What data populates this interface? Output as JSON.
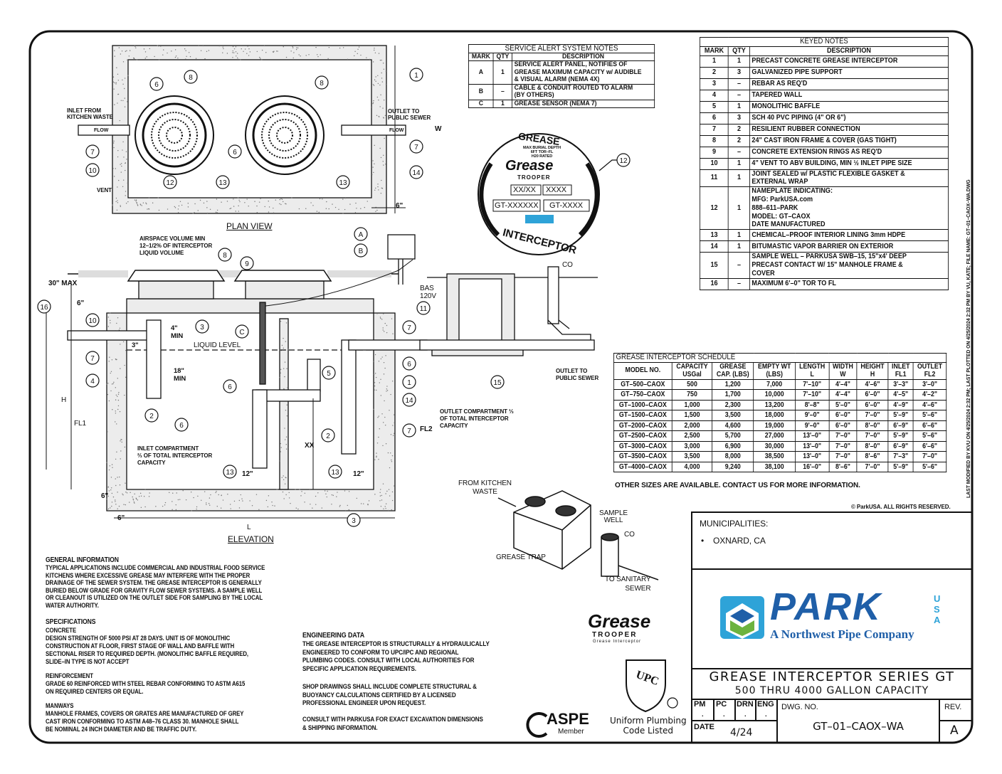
{
  "service_alert": {
    "title": "SERVICE ALERT SYSTEM NOTES",
    "headers": [
      "MARK",
      "QTY",
      "DESCRIPTION"
    ],
    "rows": [
      {
        "mark": "A",
        "qty": "1",
        "desc": "SERVICE ALERT PANEL, NOTIFIES OF\nGREASE MAXIMUM CAPACITY w/ AUDIBLE\n& VISUAL ALARM (NEMA 4X)"
      },
      {
        "mark": "B",
        "qty": "–",
        "desc": "CABLE & CONDUIT ROUTED TO ALARM\n(BY OTHERS)"
      },
      {
        "mark": "C",
        "qty": "1",
        "desc": "GREASE SENSOR (NEMA 7)"
      }
    ]
  },
  "keyed_notes": {
    "title": "KEYED NOTES",
    "headers": [
      "MARK",
      "QTY",
      "DESCRIPTION"
    ],
    "rows": [
      {
        "mark": "1",
        "qty": "1",
        "desc": "PRECAST CONCRETE GREASE INTERCEPTOR"
      },
      {
        "mark": "2",
        "qty": "3",
        "desc": "GALVANIZED PIPE SUPPORT"
      },
      {
        "mark": "3",
        "qty": "–",
        "desc": "REBAR AS REQ'D"
      },
      {
        "mark": "4",
        "qty": "–",
        "desc": "TAPERED WALL"
      },
      {
        "mark": "5",
        "qty": "1",
        "desc": "MONOLITHIC BAFFLE"
      },
      {
        "mark": "6",
        "qty": "3",
        "desc": "SCH 40 PVC PIPING (4\" OR 6\")"
      },
      {
        "mark": "7",
        "qty": "2",
        "desc": "RESILIENT RUBBER CONNECTION"
      },
      {
        "mark": "8",
        "qty": "2",
        "desc": "24\" CAST IRON FRAME & COVER (GAS TIGHT)"
      },
      {
        "mark": "9",
        "qty": "–",
        "desc": "CONCRETE EXTENSION RINGS AS REQ'D"
      },
      {
        "mark": "10",
        "qty": "1",
        "desc": "4\" VENT TO ABV BUILDING, MIN ½ INLET PIPE SIZE"
      },
      {
        "mark": "11",
        "qty": "1",
        "desc": "JOINT SEALED w/ PLASTIC FLEXIBLE GASKET &\nEXTERNAL WRAP"
      },
      {
        "mark": "12",
        "qty": "1",
        "desc": "NAMEPLATE INDICATING:\nMFG: ParkUSA.com\n888–611–PARK\nMODEL: GT–CAOX\nDATE MANUFACTURED"
      },
      {
        "mark": "13",
        "qty": "1",
        "desc": "CHEMICAL–PROOF INTERIOR LINING 3mm HDPE"
      },
      {
        "mark": "14",
        "qty": "1",
        "desc": "BITUMASTIC VAPOR BARRIER ON EXTERIOR"
      },
      {
        "mark": "15",
        "qty": "–",
        "desc": "SAMPLE WELL – PARKUSA SWB–15, 15\"x4' DEEP\nPRECAST CONTACT W/ 15\" MANHOLE FRAME &\nCOVER"
      },
      {
        "mark": "16",
        "qty": "–",
        "desc": "MAXIMUM 6'–0\" TOR TO FL"
      }
    ]
  },
  "schedule": {
    "title": "GREASE INTERCEPTOR SCHEDULE",
    "headers": [
      "MODEL NO.",
      "CAPACITY\nUSGal",
      "GREASE\nCAP. (LBS)",
      "EMPTY WT\n(LBS)",
      "LENGTH\nL",
      "WIDTH\nW",
      "HEIGHT\nH",
      "INLET\nFL1",
      "OUTLET\nFL2"
    ],
    "rows": [
      [
        "GT–500–CAOX",
        "500",
        "1,200",
        "7,000",
        "7'–10\"",
        "4'–4\"",
        "4'–6\"",
        "3'–3\"",
        "3'–0\""
      ],
      [
        "GT–750–CAOX",
        "750",
        "1,700",
        "10,000",
        "7'–10\"",
        "4'–4\"",
        "6'–0\"",
        "4'–5\"",
        "4'–2\""
      ],
      [
        "GT–1000–CAOX",
        "1,000",
        "2,300",
        "13,200",
        "8'–8\"",
        "5'–0\"",
        "6'–0\"",
        "4'–9\"",
        "4'–6\""
      ],
      [
        "GT–1500–CAOX",
        "1,500",
        "3,500",
        "18,000",
        "9'–0\"",
        "6'–0\"",
        "7'–0\"",
        "5'–9\"",
        "5'–6\""
      ],
      [
        "GT–2000–CAOX",
        "2,000",
        "4,600",
        "19,000",
        "9'–0\"",
        "6'–0\"",
        "8'–0\"",
        "6'–9\"",
        "6'–6\""
      ],
      [
        "GT–2500–CAOX",
        "2,500",
        "5,700",
        "27,000",
        "13'–0\"",
        "7'–0\"",
        "7'–0\"",
        "5'–9\"",
        "5'–6\""
      ],
      [
        "GT–3000–CAOX",
        "3,000",
        "6,900",
        "30,000",
        "13'–0\"",
        "7'–0\"",
        "8'–0\"",
        "6'–9\"",
        "6'–6\""
      ],
      [
        "GT–3500–CAOX",
        "3,500",
        "8,000",
        "38,500",
        "13'–0\"",
        "7'–0\"",
        "8'–6\"",
        "7'–3\"",
        "7'–0\""
      ],
      [
        "GT–4000–CAOX",
        "4,000",
        "9,240",
        "38,100",
        "16'–0\"",
        "8'–6\"",
        "7'–0\"",
        "5'–9\"",
        "5'–6\""
      ]
    ],
    "footnote": "OTHER SIZES ARE AVAILABLE. CONTACT US FOR MORE INFORMATION."
  },
  "general_info": {
    "heading": "GENERAL INFORMATION",
    "body": "TYPICAL APPLICATIONS INCLUDE COMMERCIAL AND INDUSTRIAL FOOD SERVICE\nKITCHENS WHERE EXCESSIVE GREASE MAY INTERFERE WITH THE PROPER\nDRAINAGE OF THE SEWER SYSTEM. THE GREASE INTERCEPTOR IS GENERALLY\nBURIED BELOW GRADE FOR GRAVITY FLOW SEWER SYSTEMS. A SAMPLE WELL\nOR CLEANOUT IS UTILIZED ON THE OUTLET SIDE FOR SAMPLING BY THE LOCAL\nWATER AUTHORITY."
  },
  "specifications": {
    "heading": "SPECIFICATIONS",
    "concrete_heading": "CONCRETE",
    "concrete_body": "DESIGN STRENGTH OF 5000 PSI AT 28 DAYS. UNIT IS OF MONOLITHIC\nCONSTRUCTION AT FLOOR, FIRST STAGE OF WALL AND BAFFLE WITH\nSECTIONAL RISER TO REQUIRED DEPTH. (MONOLITHIC BAFFLE REQUIRED,\nSLIDE–IN TYPE IS NOT ACCEPT",
    "reinforcement_heading": "REINFORCEMENT",
    "reinforcement_body": "GRADE 60 REINFORCED WITH STEEL REBAR CONFORMING TO ASTM A615\nON REQUIRED CENTERS OR EQUAL.",
    "manways_heading": "MANWAYS",
    "manways_body": "MANHOLE FRAMES, COVERS OR GRATES ARE MANUFACTURED OF GREY\nCAST IRON CONFORMING TO ASTM A48–76 CLASS 30. MANHOLE SHALL\nBE NOMINAL 24 INCH DIAMETER AND BE TRAFFIC DUTY."
  },
  "engineering_data": {
    "heading": "ENGINEERING DATA",
    "p1": "THE GREASE INTERCEPTOR IS STRUCTURALLY & HYDRAULICALLY\nENGINEERED TO CONFORM TO UPC/IPC AND REGIONAL\nPLUMBING CODES. CONSULT WITH LOCAL AUTHORITIES FOR\nSPECIFIC APPLICATION REQUIREMENTS.",
    "p2": "SHOP DRAWINGS SHALL INCLUDE COMPLETE STRUCTURAL &\nBUOYANCY CALCULATIONS CERTIFIED BY A LICENSED\nPROFESSIONAL ENGINEER UPON REQUEST.",
    "p3": "CONSULT WITH PARKUSA FOR EXACT EXCAVATION DIMENSIONS\n& SHIPPING INFORMATION."
  },
  "drawing_labels": {
    "plan_view": "PLAN VIEW",
    "elevation": "ELEVATION",
    "inlet_from_kitchen": "INLET FROM\nKITCHEN WASTE",
    "outlet_to_public": "OUTLET TO\nPUBLIC SEWER",
    "vent": "VENT",
    "flow": "FLOW",
    "w": "W",
    "six_in": "6\"",
    "airspace": "AIRSPACE VOLUME MIN\n12–1/2% OF INTERCEPTOR\nLIQUID VOLUME",
    "thirty_max": "30\" MAX",
    "four_min": "4\"\nMIN",
    "liquid_level": "LIQUID LEVEL",
    "eighteen_min": "18\"\nMIN",
    "three_in": "3\"",
    "h": "H",
    "fl1": "FL1",
    "fl2": "FL2",
    "xx": "XX",
    "twelve_in": "12\"",
    "l": "L",
    "inlet_compartment": "INLET COMPARTMENT\n⅔ OF TOTAL INTERCEPTOR\nCAPACITY",
    "outlet_compartment": "OUTLET COMPARTMENT ⅓\nOF TOTAL INTERCEPTOR\nCAPACITY",
    "bas": "BAS\n120V",
    "co": "CO",
    "outlet_to_public_2": "OUTLET TO\nPUBLIC SEWER",
    "from_kitchen": "FROM KITCHEN\nWASTE",
    "sample_well": "SAMPLE\nWELL",
    "grease_trap": "GREASE TRAP",
    "to_sanitary": "TO SANITARY\nSEWER"
  },
  "nameplate": {
    "top": "GREASE",
    "sub": "MAX BURIAL DEPTH\n6FT TOR–FL\nH20 RATED",
    "brand": "Grease",
    "brand2": "TROOPER",
    "date": "XX/XX",
    "capacity": "XXXX",
    "serial": "GT-XXXXXX",
    "model": "GT-XXXX",
    "bottom": "INTERCEPTOR"
  },
  "copyright": "© ParkUSA. ALL RIGHTS RESERVED.",
  "side_note": "LAST MODIFIED BY KVU ON 4/25/2024 2:32 PM; LAST PLOTTED ON 4/25/2024 2:32 PM BY VU, KATE; FILE NAME: GT–01–CAOX–WA.DWG",
  "municipalities": {
    "label": "MUNICIPALITIES:",
    "items": [
      "OXNARD, CA"
    ]
  },
  "logos": {
    "park": "PARK",
    "usa": "USA",
    "tagline": "A Northwest Pipe Company",
    "grease_trooper": "Grease",
    "trooper": "TROOPER",
    "trooper_sub": "Grease Interceptor",
    "upc_text": "Uniform Plumbing\nCode Listed",
    "aspe": "ASPE",
    "aspe_sub": "Member"
  },
  "title_block": {
    "title": "GREASE INTERCEPTOR SERIES GT",
    "subtitle": "500 THRU 4000 GALLON CAPACITY",
    "pm": "PM",
    "pc": "PC",
    "drn": "DRN",
    "eng": "ENG",
    "dot": ".",
    "date_label": "DATE",
    "date": "4/24",
    "dwg_label": "DWG. NO.",
    "dwg_no": "GT–01–CAOX–WA",
    "rev_label": "REV.",
    "rev": "A"
  },
  "colors": {
    "park_blue": "#1f5fa8",
    "park_green": "#6cb33f",
    "park_cyan": "#2ea3d8"
  }
}
